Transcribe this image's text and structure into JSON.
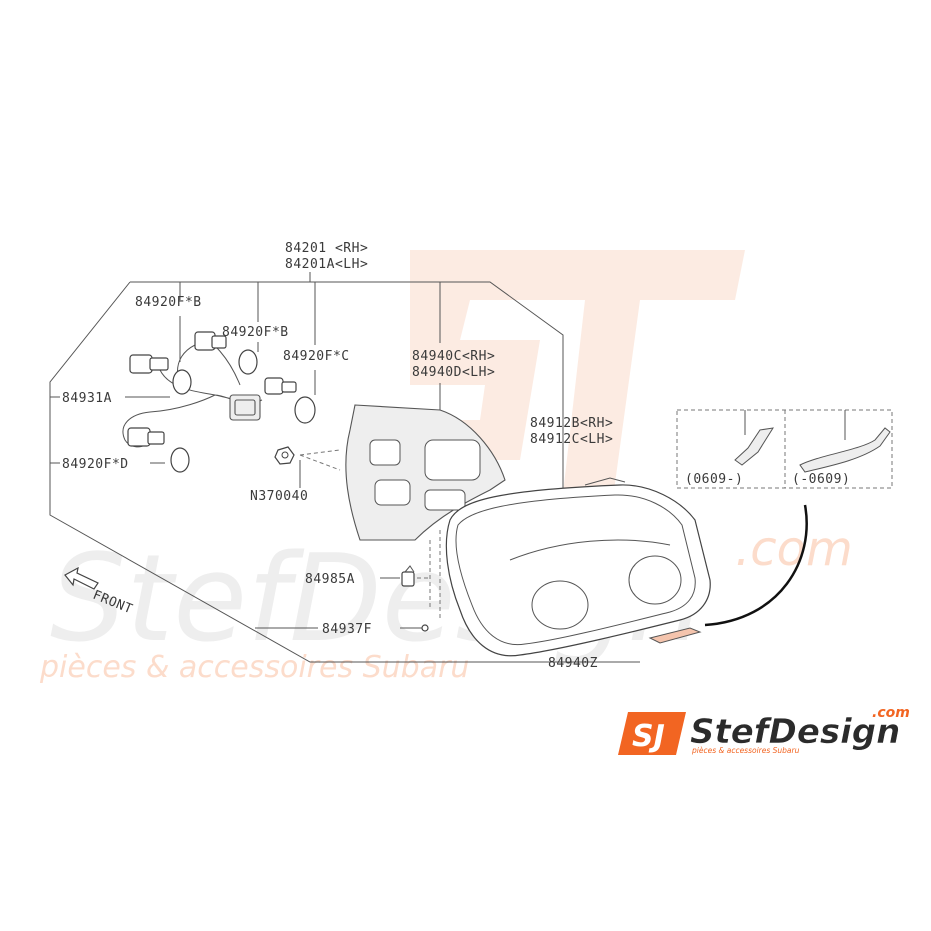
{
  "labels": {
    "bulb_top_left": "84920F*B",
    "bulb_top_mid": "84920F*B",
    "bulb_c": "84920F*C",
    "harness": "84931A",
    "bulb_d": "84920F*D",
    "nut": "N370040",
    "lamp_rh": "84201 <RH>",
    "lamp_lh": "84201A<LH>",
    "gasket_rh": "84940C<RH>",
    "gasket_lh": "84940D<LH>",
    "housing_rh": "84912B<RH>",
    "housing_lh": "84912C<LH>",
    "clip": "84985A",
    "screw": "84937F",
    "bracket": "84940Z",
    "variant_new": "(0609-)",
    "variant_old": "(-0609)",
    "front": "FRONT"
  },
  "watermark": {
    "brand": "StefDesign",
    "domain": ".com",
    "tagline": "pièces & accessoires Subaru"
  },
  "logo": {
    "brand": "StefDesign",
    "domain": ".com",
    "tagline": "pièces & accessoires Subaru",
    "badge": "SJ"
  },
  "colors": {
    "accent": "#f26522",
    "accent_light": "#fbd8c6",
    "logo_dark": "#2b2b2b",
    "watermark_gray": "#ececec"
  }
}
